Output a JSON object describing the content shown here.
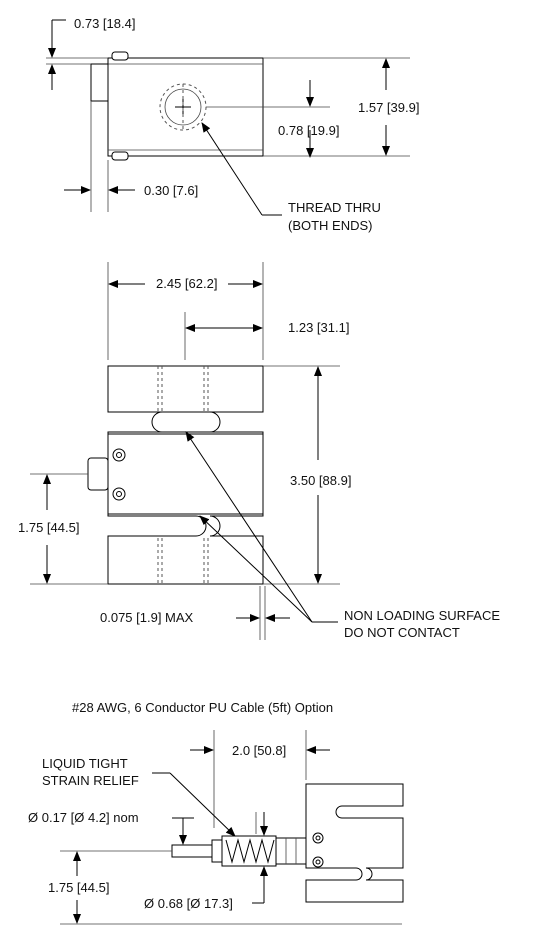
{
  "top_view": {
    "dim_offset": "0.73 [18.4]",
    "dim_height": "1.57 [39.9]",
    "dim_center": "0.78 [19.9]",
    "dim_connector": "0.30 [7.6]",
    "thread_note_line1": "THREAD THRU",
    "thread_note_line2": "(BOTH ENDS)"
  },
  "front_view": {
    "dim_width": "2.45 [62.2]",
    "dim_half_width": "1.23 [31.1]",
    "dim_total_height": "3.50 [88.9]",
    "dim_half_height": "1.75 [44.5]",
    "dim_gap": "0.075 [1.9] MAX",
    "note_line1": "NON LOADING SURFACE",
    "note_line2": "DO NOT CONTACT"
  },
  "cable_view": {
    "title": "#28 AWG, 6 Conductor PU Cable (5ft) Option",
    "relief_line1": "LIQUID TIGHT",
    "relief_line2": "STRAIN RELIEF",
    "dim_length": "2.0 [50.8]",
    "dim_cable_dia": "Ø 0.17 [Ø 4.2] nom",
    "dim_half_height": "1.75 [44.5]",
    "dim_relief_dia": "Ø 0.68 [Ø 17.3]"
  }
}
